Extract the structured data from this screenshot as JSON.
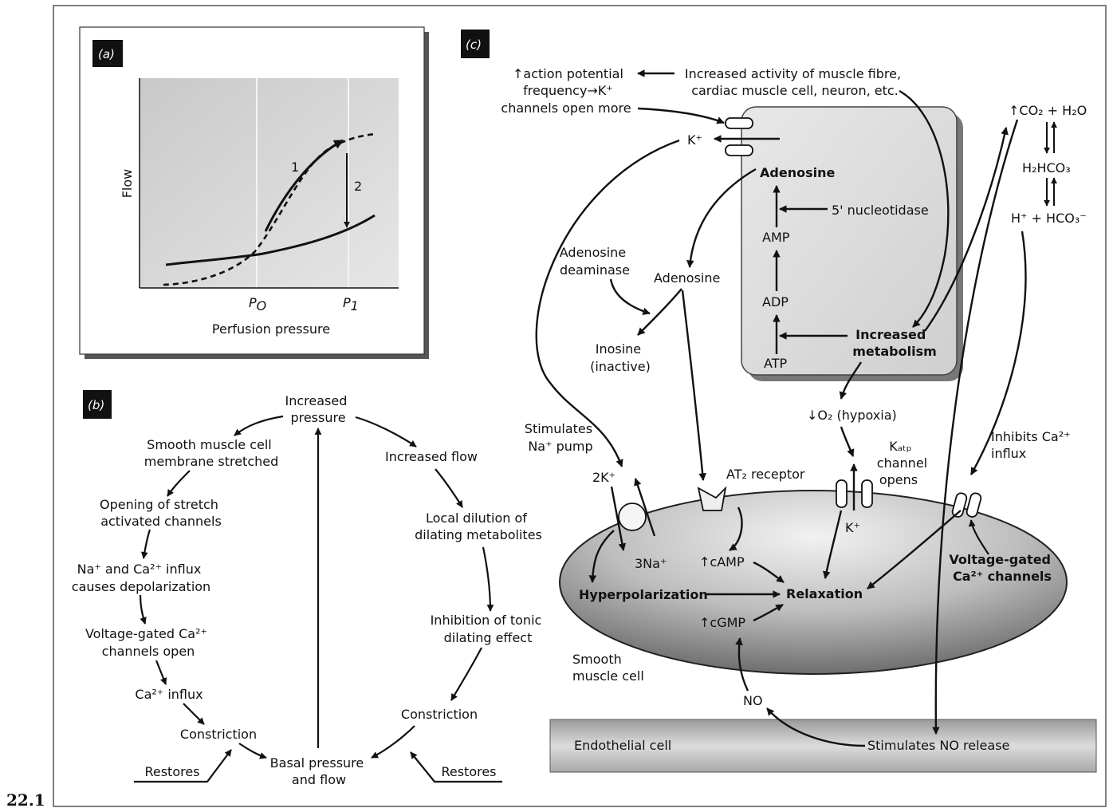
{
  "figure_number": "22.1",
  "panel_a": {
    "tag": "(a)",
    "y_axis_label": "Flow",
    "x_axis_label": "Perfusion pressure",
    "tick_p0": "P",
    "tick_p0_sub": "O",
    "tick_p1": "P",
    "tick_p1_sub": "1",
    "label_1": "1",
    "label_2": "2"
  },
  "panel_b": {
    "tag": "(b)",
    "increased_pressure": [
      "Increased",
      "pressure"
    ],
    "smooth_stretched": [
      "Smooth muscle cell",
      "membrane stretched"
    ],
    "stretch_channels": [
      "Opening of stretch",
      "activated channels"
    ],
    "influx_depol": [
      "Na⁺ and Ca²⁺ influx",
      "causes depolarization"
    ],
    "vg_open": [
      "Voltage-gated Ca²⁺",
      "channels open"
    ],
    "ca_influx": "Ca²⁺ influx",
    "constriction_left": "Constriction",
    "restores_left": "Restores",
    "basal": [
      "Basal pressure",
      "and flow"
    ],
    "increased_flow": "Increased flow",
    "local_dilution": [
      "Local dilution of",
      "dilating metabolites"
    ],
    "inhibition": [
      "Inhibition of tonic",
      "dilating effect"
    ],
    "constriction_right": "Constriction",
    "restores_right": "Restores"
  },
  "panel_c": {
    "tag": "(c)",
    "action_potential": [
      "↑action potential",
      "frequency→K⁺",
      "channels open more"
    ],
    "increased_activity": [
      "Increased activity of muscle fibre,",
      "cardiac muscle cell, neuron, etc."
    ],
    "k_plus_top": "K⁺",
    "adenosine_inner": "Adenosine",
    "nucleotidase": "5' nucleotidase",
    "amp": "AMP",
    "adp": "ADP",
    "atp": "ATP",
    "increased_metabolism": [
      "Increased",
      "metabolism"
    ],
    "co2_h2o": "↑CO₂ + H₂O",
    "h2co3": "H₂HCO₃",
    "h_hco3": "H⁺ + HCO₃⁻",
    "adenosine_deaminase": [
      "Adenosine",
      "deaminase"
    ],
    "adenosine_outer": "Adenosine",
    "inosine": [
      "Inosine",
      "(inactive)"
    ],
    "o2_hypoxia": "↓O₂ (hypoxia)",
    "stimulates_na_pump": [
      "Stimulates",
      "Na⁺ pump"
    ],
    "two_k": "2K⁺",
    "at2_receptor": "AT₂ receptor",
    "katp": [
      "Kₐₜₚ",
      "channel",
      "opens"
    ],
    "inhibits_ca": [
      "Inhibits Ca²⁺",
      "influx"
    ],
    "three_na": "3Na⁺",
    "camp": "↑cAMP",
    "k_plus_cell": "K⁺",
    "voltage_gated": [
      "Voltage-gated",
      "Ca²⁺ channels"
    ],
    "hyperpolarization": "Hyperpolarization",
    "relaxation": "Relaxation",
    "cgmp": "↑cGMP",
    "smooth_muscle_cell": [
      "Smooth",
      "muscle cell"
    ],
    "no": "NO",
    "endothelial_cell": "Endothelial cell",
    "stimulates_no_release": "Stimulates NO release"
  }
}
